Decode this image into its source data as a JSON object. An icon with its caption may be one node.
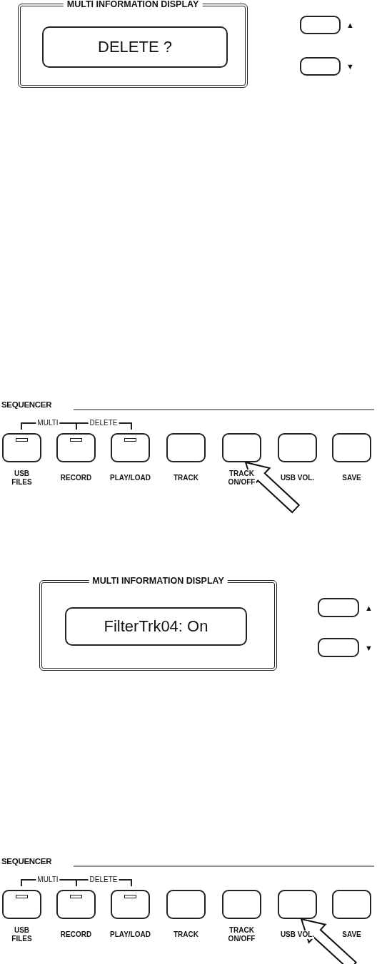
{
  "diagram": {
    "nodes": [
      {
        "text": [
          "MULTI INFORMATION DISPLAY"
        ]
      },
      {
        "text": [
          "DELETE ?"
        ],
        "in": 0
      },
      {
        "text": [],
        "shape": "box",
        "beside": [
          "▲"
        ]
      },
      {
        "text": [],
        "shape": "box",
        "beside": [
          "▼"
        ]
      },
      {
        "text": [
          "USB FILES"
        ]
      },
      {
        "text": [
          "RECORD"
        ]
      },
      {
        "text": [
          "PLAY/LOAD"
        ]
      },
      {
        "text": [
          "TRACK"
        ]
      },
      {
        "text": [
          "TRACK ON/OFF"
        ]
      },
      {
        "text": [
          "USB VOL."
        ]
      },
      {
        "text": [
          "SAVE"
        ]
      },
      {
        "text": [
          "MULTI INFORMATION DISPLAY"
        ]
      },
      {
        "text": [
          "FilterTrk04: On"
        ],
        "in": 11
      },
      {
        "text": [],
        "shape": "box",
        "beside": [
          "▲"
        ]
      },
      {
        "text": [],
        "shape": "box",
        "beside": [
          "▼"
        ]
      },
      {
        "text": [
          "USB FILES"
        ]
      },
      {
        "text": [
          "RECORD"
        ]
      },
      {
        "text": [
          "PLAY/LOAD"
        ]
      },
      {
        "text": [
          "TRACK"
        ]
      },
      {
        "text": [
          "TRACK ON/OFF"
        ]
      },
      {
        "text": [
          "USB VOL."
        ]
      },
      {
        "text": [
          "SAVE"
        ]
      }
    ],
    "edges": [
      {
        "from": null,
        "to": 8,
        "arrow": "to",
        "style": "thick"
      },
      {
        "from": null,
        "to": 20,
        "arrow": "to",
        "style": "thick"
      }
    ],
    "labels": [
      "SEQUENCER",
      "MULTI",
      "DELETE",
      "SEQUENCER",
      "MULTI",
      "DELETE"
    ]
  }
}
